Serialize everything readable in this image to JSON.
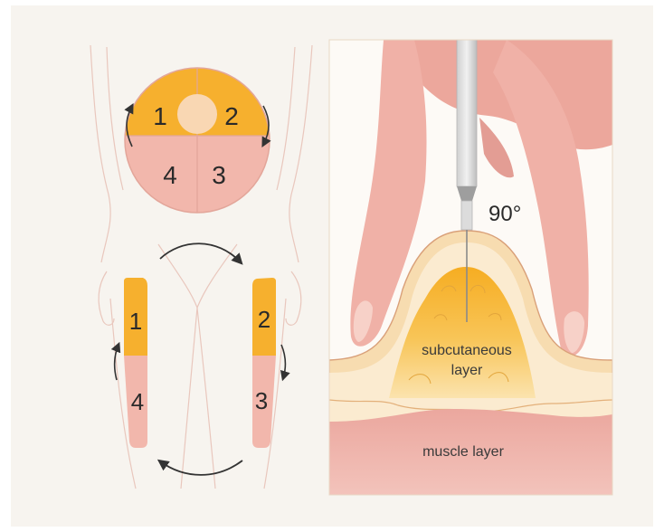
{
  "left_panel": {
    "abdomen_quadrants": [
      "1",
      "2",
      "4",
      "3"
    ],
    "left_thigh_zones": [
      "1",
      "4"
    ],
    "right_thigh_zones": [
      "2",
      "3"
    ]
  },
  "right_panel": {
    "angle_label": "90°",
    "subcutaneous_label_line1": "subcutaneous",
    "subcutaneous_label_line2": "layer",
    "muscle_label": "muscle layer"
  },
  "colors": {
    "background": "#f7f4ef",
    "panel_background": "#fdfaf6",
    "skin": "#f2b9ae",
    "skin_dark": "#e39d94",
    "fat_orange": "#f5b12e",
    "fat_light": "#fbe2b0",
    "outline": "#d9a079",
    "text": "#2a2a2a"
  }
}
